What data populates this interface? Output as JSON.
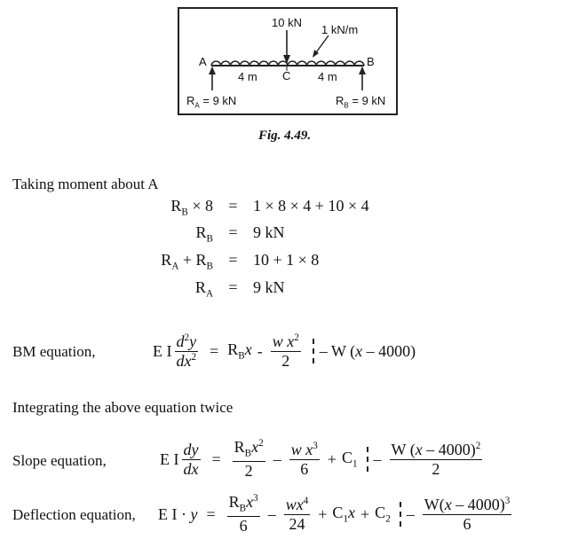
{
  "figure": {
    "load_point": "10 kN",
    "load_udl": "1 kN/m",
    "label_a": "A",
    "label_b": "B",
    "label_c": "C",
    "span_left": "4 m",
    "span_right": "4 m",
    "reaction_a": "R",
    "reaction_a_sub": "A",
    "reaction_a_val": " = 9 kN",
    "reaction_b": "R",
    "reaction_b_sub": "B",
    "reaction_b_val": " = 9 kN",
    "caption": "Fig. 4.49."
  },
  "text": {
    "moment_intro": "Taking moment about A",
    "integrate_intro": "Integrating the above equation twice",
    "bm_label": "BM equation,",
    "slope_label": "Slope equation,",
    "deflection_label": "Deflection equation,"
  },
  "equations": [
    {
      "lhs": "R",
      "lhs_sub": "B",
      "lhs_rest": " × 8",
      "rhs": "1 × 8 × 4 + 10 × 4"
    },
    {
      "lhs": "R",
      "lhs_sub": "B",
      "lhs_rest": "",
      "rhs": "9 kN"
    },
    {
      "lhs": "R",
      "lhs_sub": "A",
      "lhs_rest": " + R",
      "lhs_sub2": "B",
      "rhs": "10 + 1 × 8"
    },
    {
      "lhs": "R",
      "lhs_sub": "A",
      "lhs_rest": "",
      "rhs": "9 kN"
    }
  ]
}
